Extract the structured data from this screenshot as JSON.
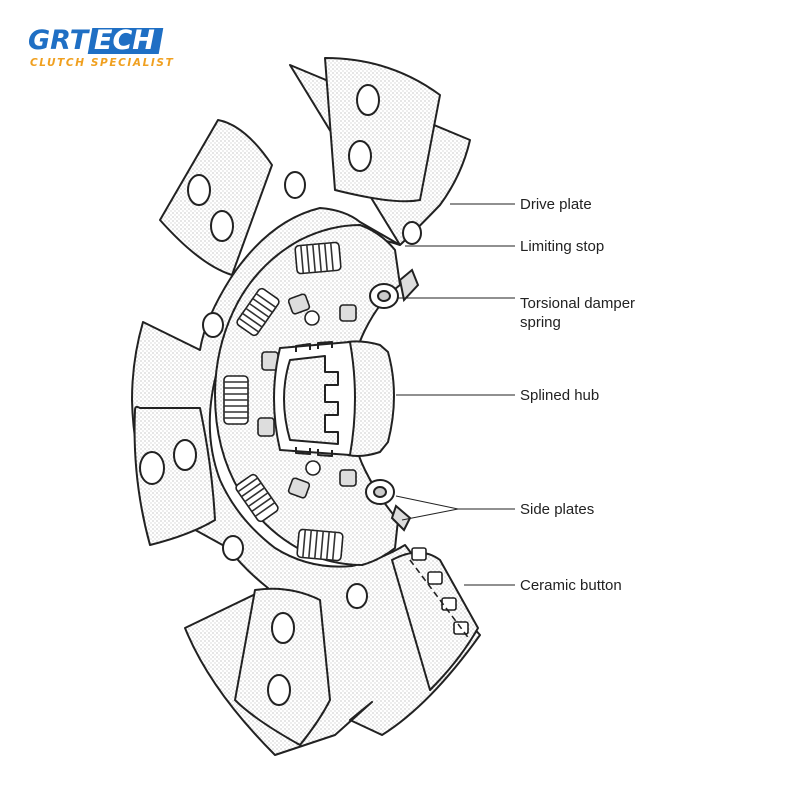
{
  "brand": {
    "name_part1": "GRT",
    "name_part2": "ECH",
    "tagline": "CLUTCH SPECIALIST",
    "color_primary": "#1f6fc4",
    "color_accent": "#f0a020"
  },
  "labels": {
    "drive_plate": "Drive plate",
    "limiting_stop": "Limiting stop",
    "torsional_damper_spring": "Torsional damper\nspring",
    "splined_hub": "Splined hub",
    "side_plates": "Side plates",
    "ceramic_button": "Ceramic button"
  },
  "colors": {
    "line": "#222222"
  }
}
